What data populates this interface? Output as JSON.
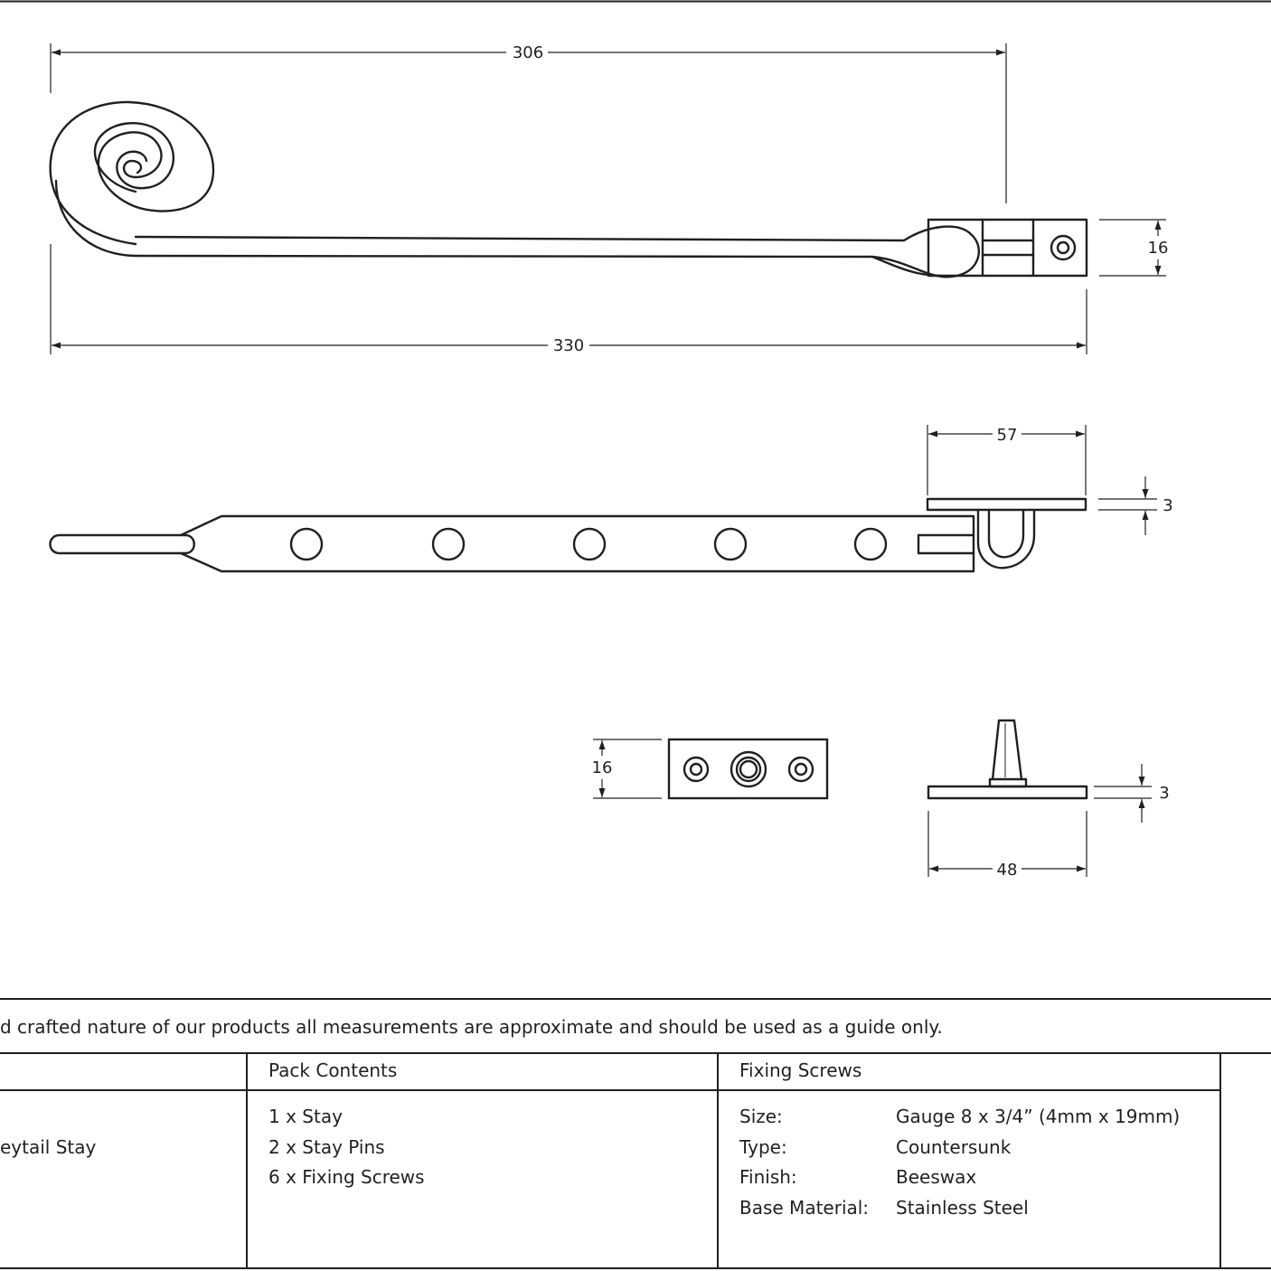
{
  "dimensions": {
    "overall_length": "330",
    "hook_to_pin_length": "306",
    "end_width_top": "16",
    "base_plate_length": "57",
    "base_plate_thickness": "3",
    "pin_plate_width": "16",
    "pin_plate_length": "48",
    "pin_plate_thickness": "3"
  },
  "note": "d crafted nature of our products all measurements are approximate and should be used as a guide only.",
  "table": {
    "product_name_partial": "eytail Stay",
    "pack_contents_header": "Pack Contents",
    "pack_contents": [
      "1 x Stay",
      "2 x Stay Pins",
      "6 x Fixing Screws"
    ],
    "fixing_screws_header": "Fixing Screws",
    "fixing_screws": [
      {
        "label": "Size:",
        "value": "Gauge 8 x 3/4” (4mm x 19mm)"
      },
      {
        "label": "Type:",
        "value": "Countersunk"
      },
      {
        "label": "Finish:",
        "value": "Beeswax"
      },
      {
        "label": "Base Material:",
        "value": "Stainless Steel"
      }
    ]
  },
  "colors": {
    "line": "#231f20",
    "background": "#ffffff"
  }
}
